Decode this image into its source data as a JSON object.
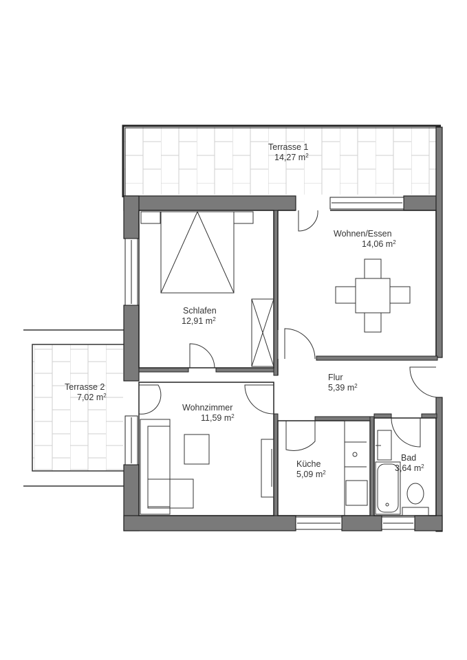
{
  "floorplan": {
    "colors": {
      "wall": "#7a7a7a",
      "line": "#222222",
      "tile": "#c8c8c8",
      "background": "#ffffff"
    },
    "unit": "m",
    "rooms": [
      {
        "id": "terrasse1",
        "name": "Terrasse 1",
        "area": "14,27"
      },
      {
        "id": "schlafen",
        "name": "Schlafen",
        "area": "12,91"
      },
      {
        "id": "wohnen_essen",
        "name": "Wohnen/Essen",
        "area": "14,06"
      },
      {
        "id": "terrasse2",
        "name": "Terrasse 2",
        "area": "7,02"
      },
      {
        "id": "flur",
        "name": "Flur",
        "area": "5,39"
      },
      {
        "id": "wohnzimmer",
        "name": "Wohnzimmer",
        "area": "11,59"
      },
      {
        "id": "kueche",
        "name": "Küche",
        "area": "5,09"
      },
      {
        "id": "bad",
        "name": "Bad",
        "area": "3,64"
      }
    ]
  }
}
